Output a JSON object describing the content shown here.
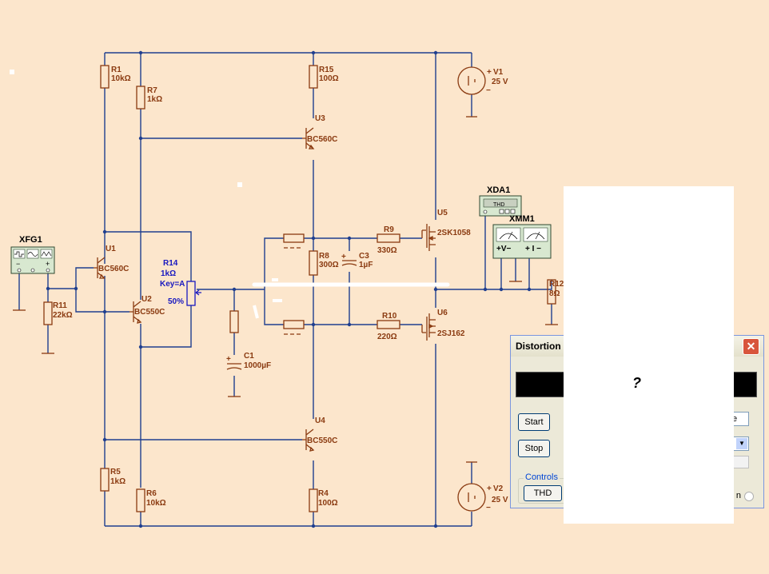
{
  "components": {
    "r1": {
      "ref": "R1",
      "value": "10kΩ"
    },
    "r7": {
      "ref": "R7",
      "value": "1kΩ"
    },
    "r15": {
      "ref": "R15",
      "value": "100Ω"
    },
    "v1": {
      "ref": "V1",
      "value": "25 V",
      "plus": "+",
      "minus": "−"
    },
    "u3": {
      "ref": "U3",
      "part": "BC560C"
    },
    "xda1": {
      "ref": "XDA1",
      "display": "THD"
    },
    "xmm1": {
      "ref": "XMM1",
      "v_label": "+V−",
      "i_label": "+ I −"
    },
    "u5": {
      "ref": "U5",
      "part": "2SK1058"
    },
    "xfg1": {
      "ref": "XFG1",
      "minus": "−",
      "plus": "+"
    },
    "u1": {
      "ref": "U1",
      "part": "BC560C"
    },
    "r14": {
      "ref": "R14",
      "value": "1kΩ",
      "key": "Key=A",
      "percent": "50%"
    },
    "r9": {
      "ref": "R9",
      "value": "330Ω"
    },
    "r8": {
      "ref": "R8",
      "value": "300Ω"
    },
    "c3": {
      "ref": "C3",
      "value": "1µF",
      "plus": "+"
    },
    "r12": {
      "ref": "R12",
      "value": "8Ω"
    },
    "r11": {
      "ref": "R11",
      "value": "22kΩ"
    },
    "u2": {
      "ref": "U2",
      "part": "BC550C"
    },
    "u6": {
      "ref": "U6",
      "part": "2SJ162"
    },
    "c1": {
      "ref": "C1",
      "value": "1000µF",
      "plus": "+"
    },
    "r10": {
      "ref": "R10",
      "value": "220Ω"
    },
    "u4": {
      "ref": "U4",
      "part": "BC550C"
    },
    "r5": {
      "ref": "R5",
      "value": "1kΩ"
    },
    "r6": {
      "ref": "R6",
      "value": "10kΩ"
    },
    "r4": {
      "ref": "R4",
      "value": "100Ω"
    },
    "v2": {
      "ref": "V2",
      "value": "25 V",
      "plus": "+",
      "minus": "−"
    }
  },
  "distortion_window": {
    "title": "Distortion",
    "close_symbol": "✕",
    "start_label": "Start",
    "stop_label": "Stop",
    "controls_label": "Controls",
    "thd_label": "THD",
    "field_value": "e",
    "select_arrow": "▼",
    "radio_label": "n"
  },
  "occluder": {
    "mark": "?"
  },
  "colors": {
    "background": "#FCE6CC",
    "wire": "#1F3F8F",
    "component": "#8A3A10",
    "potentiometer_label": "#1818C0"
  }
}
